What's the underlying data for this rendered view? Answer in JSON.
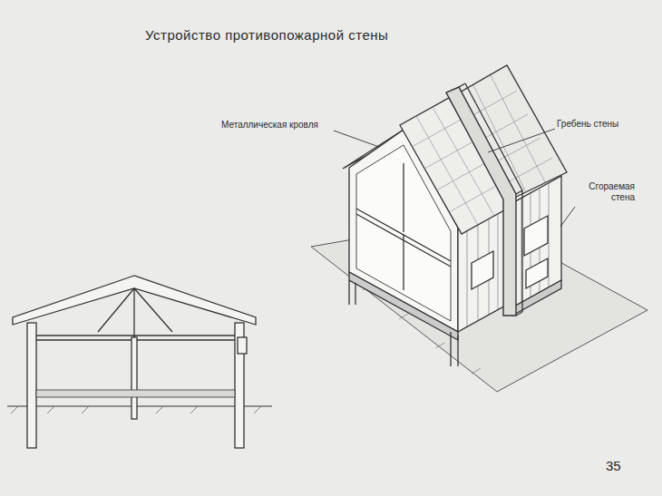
{
  "diagram": {
    "title": "Устройство противопожарной стены",
    "labels": [
      "Металлическая кровля",
      "Гребень стены",
      "Сгораемая стена",
      "35"
    ]
  }
}
